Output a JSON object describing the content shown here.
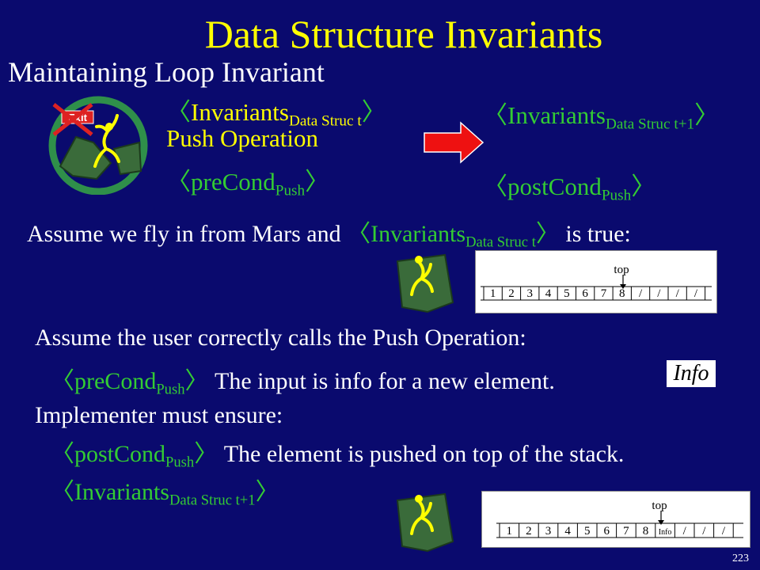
{
  "title": "Data Structure Invariants",
  "subtitle": "Maintaining Loop Invariant",
  "left_block": {
    "inv_main": "Invariants",
    "inv_sub": "Data Struc t",
    "op": "Push Operation",
    "pre_main": "preCond",
    "pre_sub": "Push"
  },
  "right_block": {
    "inv_main": "Invariants",
    "inv_sub": "Data Struc t+1",
    "post_main": "postCond",
    "post_sub": "Push"
  },
  "assume_line": {
    "before": "Assume we fly in from Mars and ",
    "inv_main": "Invariants",
    "inv_sub": "Data Struc t",
    "after": " is true:"
  },
  "stack1": {
    "top_label": "top",
    "cells": [
      "1",
      "2",
      "3",
      "4",
      "5",
      "6",
      "7",
      "8",
      "/",
      "/",
      "/",
      "/"
    ]
  },
  "user_line": "Assume the user correctly calls the Push Operation:",
  "pre_line": {
    "main": "preCond",
    "sub": "Push",
    "text": " The input is info for a new element."
  },
  "info_label": "Info",
  "impl_line": "Implementer must ensure:",
  "post_line": {
    "main": "postCond",
    "sub": "Push",
    "text": " The element is pushed on top of the stack."
  },
  "inv_line": {
    "main": "Invariants",
    "sub": "Data Struc t+1"
  },
  "stack2": {
    "top_label": "top",
    "cells": [
      "1",
      "2",
      "3",
      "4",
      "5",
      "6",
      "7",
      "8",
      "Info",
      "/",
      "/",
      "/"
    ]
  },
  "exit_label": "Exit",
  "page_number": "223",
  "colors": {
    "background": "#0a0a6e",
    "title": "#ffff00",
    "condition": "#33cc33",
    "arrow": "#ee1111"
  }
}
